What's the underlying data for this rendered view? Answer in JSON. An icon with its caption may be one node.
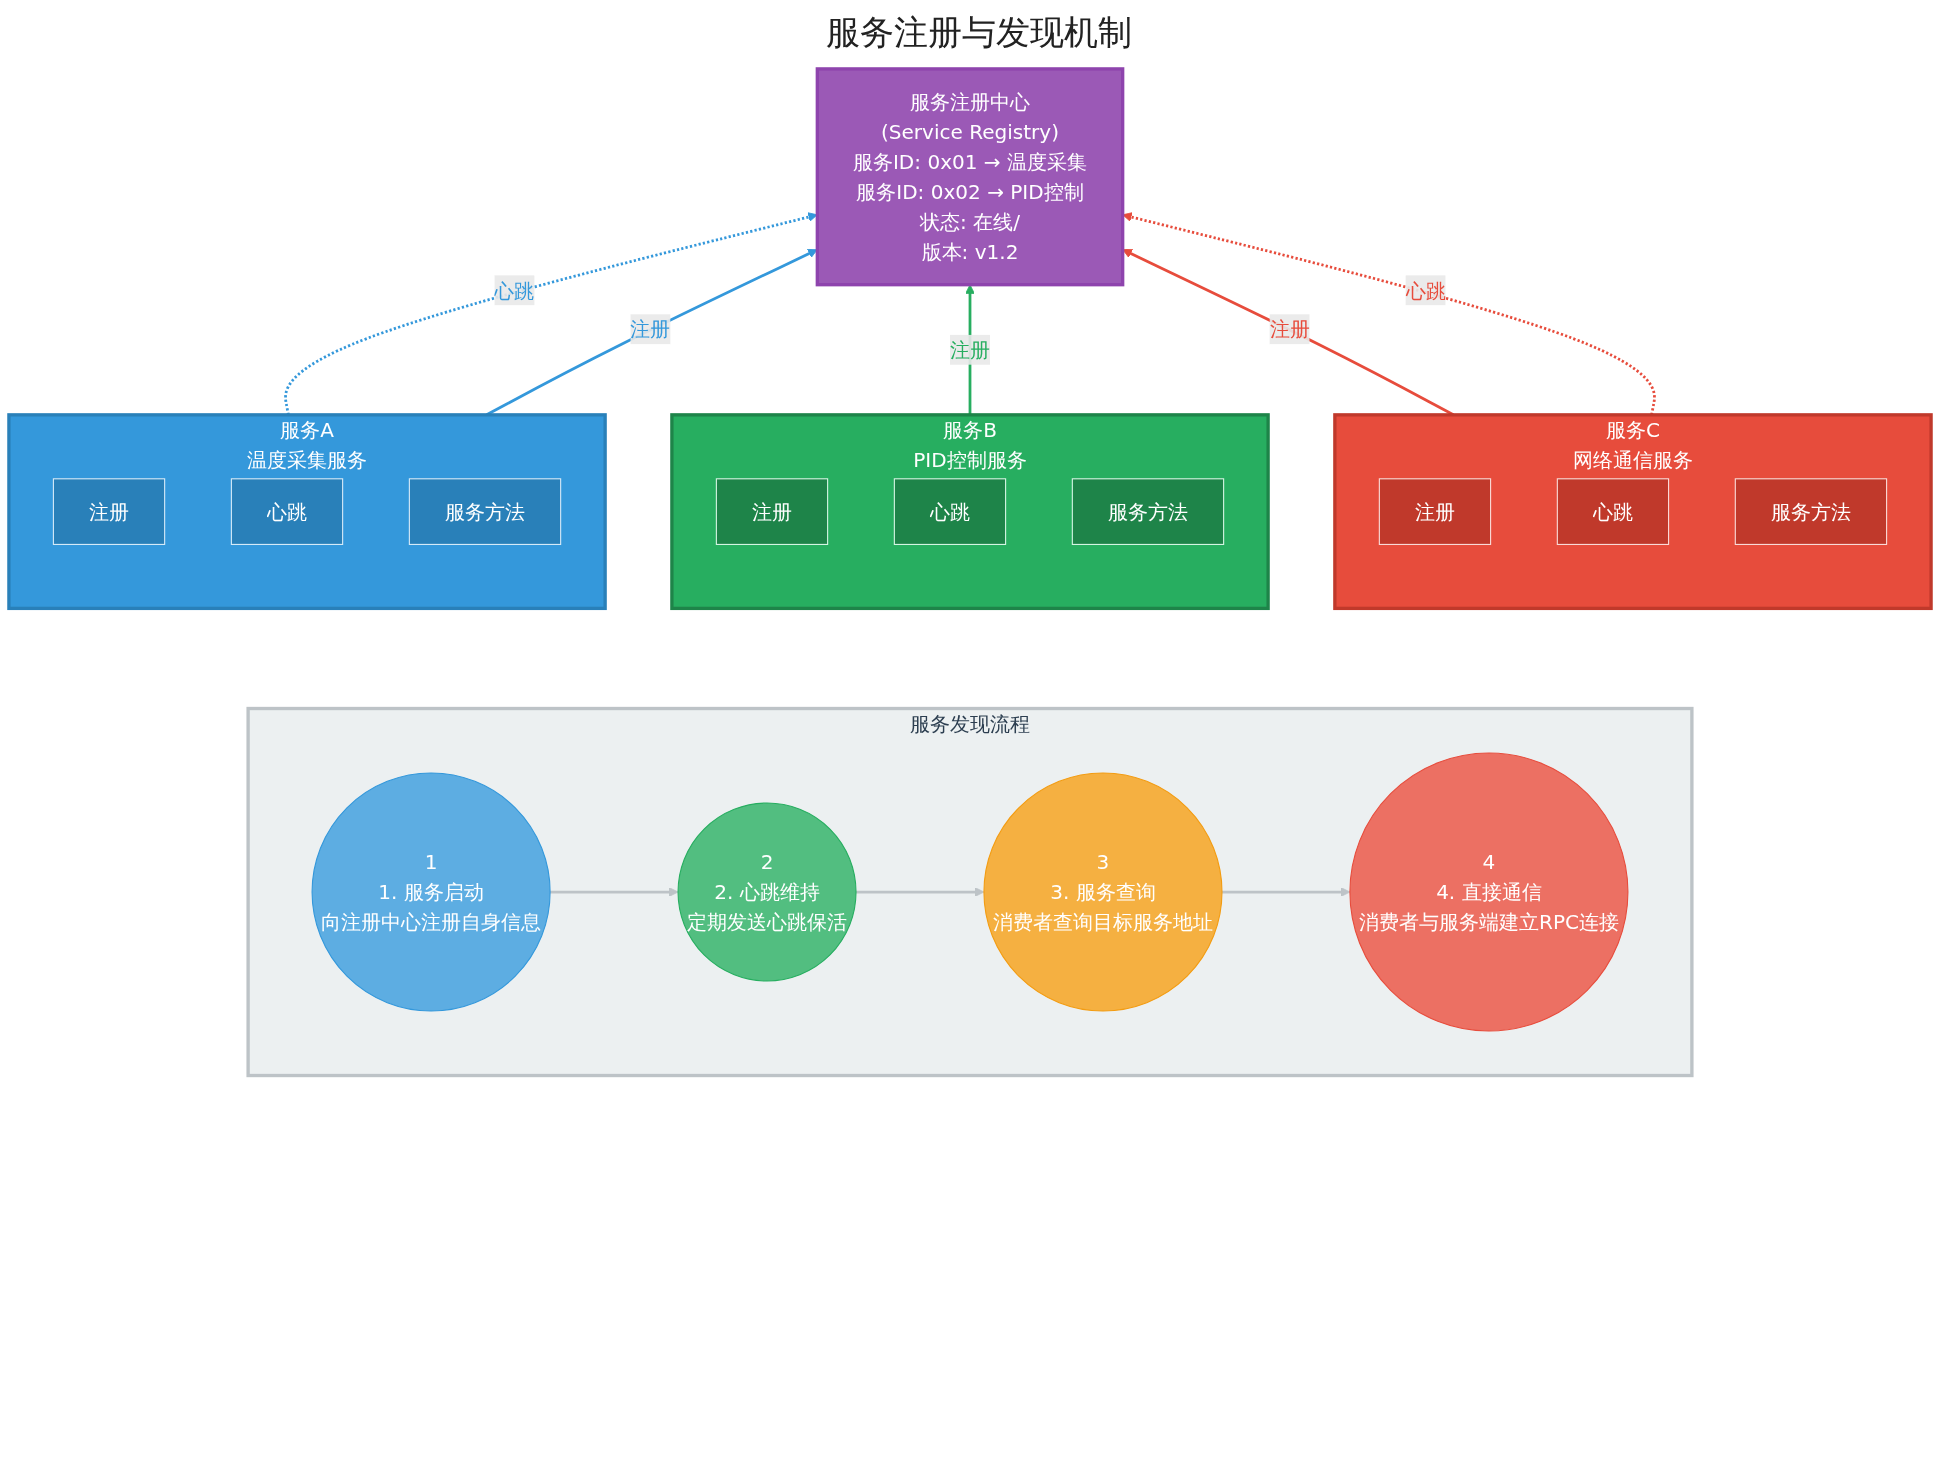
{
  "diagram": {
    "title": "服务注册与发现机制",
    "nodes": [
      {
        "text": [
          "服务注册中心",
          "(Service Registry)",
          "服务ID: 0x01 → 温度采集",
          "服务ID: 0x02 → PID控制",
          "状态: 在线/",
          "版本: v1.2"
        ]
      },
      {
        "text": [
          "服务A",
          "温度采集服务"
        ]
      },
      {
        "text": [
          "注册"
        ],
        "in": 1
      },
      {
        "text": [
          "心跳"
        ],
        "in": 1
      },
      {
        "text": [
          "服务方法"
        ],
        "in": 1
      },
      {
        "text": [
          "服务B",
          "PID控制服务"
        ]
      },
      {
        "text": [
          "注册"
        ],
        "in": 5
      },
      {
        "text": [
          "心跳"
        ],
        "in": 5
      },
      {
        "text": [
          "服务方法"
        ],
        "in": 5
      },
      {
        "text": [
          "服务C",
          "网络通信服务"
        ]
      },
      {
        "text": [
          "注册"
        ],
        "in": 9
      },
      {
        "text": [
          "心跳"
        ],
        "in": 9
      },
      {
        "text": [
          "服务方法"
        ],
        "in": 9
      },
      {
        "text": [
          "服务发现流程"
        ]
      },
      {
        "text": [
          "1",
          "1. 服务启动",
          "向注册中心注册自身信息"
        ],
        "in": 13
      },
      {
        "text": [
          "2",
          "2. 心跳维持",
          "定期发送心跳保活"
        ],
        "in": 13
      },
      {
        "text": [
          "3",
          "3. 服务查询",
          "消费者查询目标服务地址"
        ],
        "in": 13
      },
      {
        "text": [
          "4",
          "4. 直接通信",
          "消费者与服务端建立RPC连接"
        ],
        "in": 13
      }
    ],
    "edges": [
      {
        "from": 1,
        "to": 0,
        "arrow": "to",
        "label": "心跳",
        "style": "dashed",
        "color": "#3498db"
      },
      {
        "from": 1,
        "to": 0,
        "arrow": "to",
        "label": "注册",
        "color": "#3498db"
      },
      {
        "from": 5,
        "to": 0,
        "arrow": "to",
        "label": "注册",
        "color": "#27ae60"
      },
      {
        "from": 9,
        "to": 0,
        "arrow": "to",
        "label": "注册",
        "color": "#e74c3c"
      },
      {
        "from": 9,
        "to": 0,
        "arrow": "to",
        "label": "心跳",
        "style": "dashed",
        "color": "#e74c3c"
      },
      {
        "from": 14,
        "to": 15,
        "arrow": "to",
        "color": "#bdc3c7"
      },
      {
        "from": 15,
        "to": 16,
        "arrow": "to",
        "color": "#bdc3c7"
      },
      {
        "from": 16,
        "to": 17,
        "arrow": "to",
        "color": "#bdc3c7"
      }
    ]
  }
}
